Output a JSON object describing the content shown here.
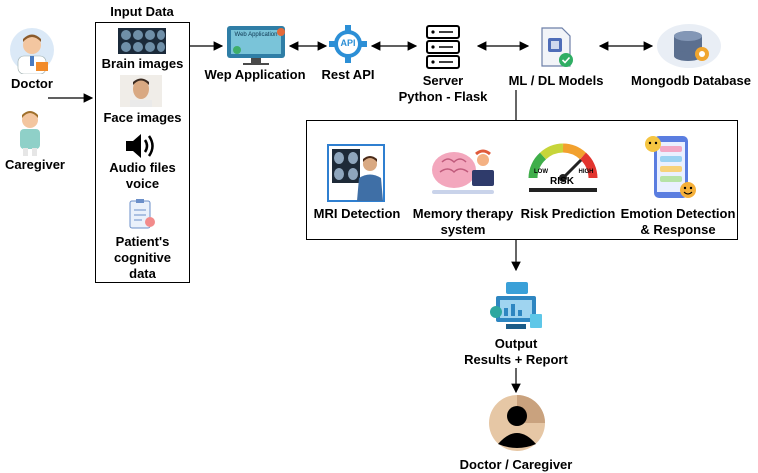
{
  "actors": {
    "doctor": "Doctor",
    "caregiver": "Caregiver"
  },
  "input": {
    "title": "Input Data",
    "items": [
      "Brain images",
      "Face images",
      "Audio files voice",
      "Patient's cognitive data"
    ],
    "audio_line1": "Audio files",
    "audio_line2": "voice",
    "cog_line1": "Patient's",
    "cog_line2": "cognitive",
    "cog_line3": "data"
  },
  "pipeline": {
    "web_app": "Wep Application",
    "web_screen_text": "Web Application",
    "api_badge": "API",
    "rest_api": "Rest API",
    "server_line1": "Server",
    "server_line2": "Python - Flask",
    "models": "ML / DL Models",
    "database": "Mongodb Database"
  },
  "modules": {
    "mri": "MRI Detection",
    "memory_line1": "Memory therapy",
    "memory_line2": "system",
    "risk": "Risk Prediction",
    "risk_low": "LOW",
    "risk_high": "HIGH",
    "risk_word": "RISK",
    "emotion_line1": "Emotion Detection",
    "emotion_line2": "& Response"
  },
  "output": {
    "line1": "Output",
    "line2": "Results + Report"
  },
  "end_user": "Doctor / Caregiver"
}
